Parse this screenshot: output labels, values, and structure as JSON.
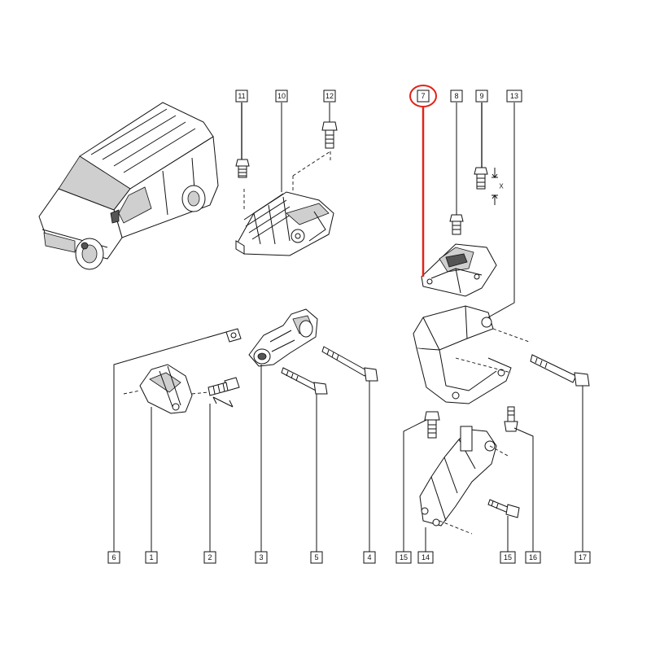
{
  "accent_color": "#e2231a",
  "labels": {
    "l11": "11",
    "l10": "10",
    "l12": "12",
    "l7": "7",
    "l8": "8",
    "l9": "9",
    "l13": "13",
    "l6": "6",
    "l1": "1",
    "l2": "2",
    "l3": "3",
    "l5": "5",
    "l4": "4",
    "l15a": "15",
    "l14": "14",
    "l15b": "15",
    "l16": "16",
    "l17": "17"
  },
  "dimension_mark": "X"
}
